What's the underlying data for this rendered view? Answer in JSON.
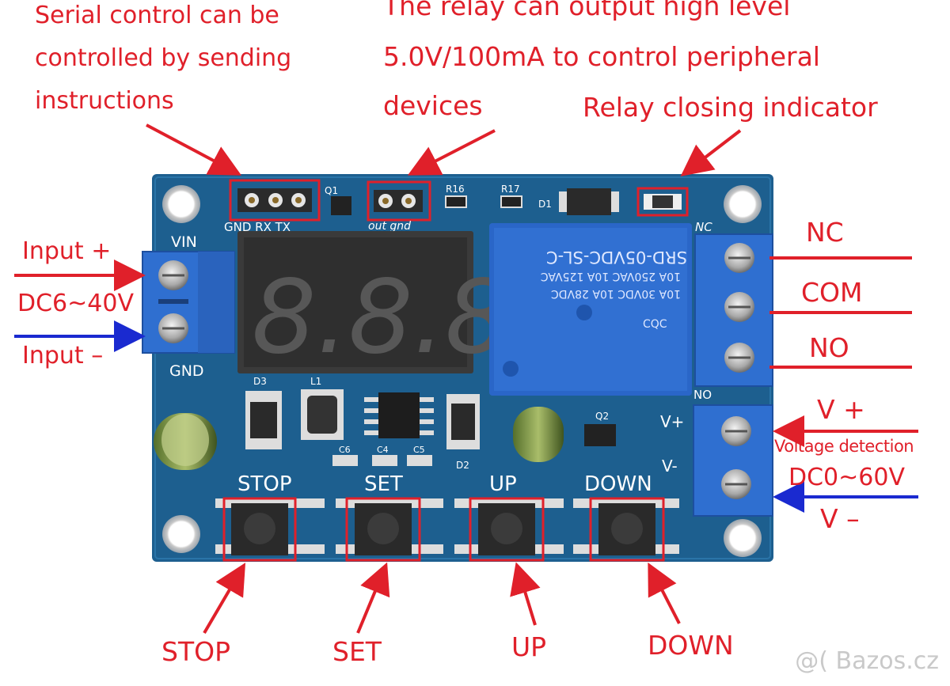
{
  "callouts": {
    "serial": [
      "Serial control can be",
      "controlled by sending",
      "instructions"
    ],
    "relay_output": [
      "The relay can output high level",
      "5.0V/100mA to control peripheral",
      "devices"
    ],
    "relay_indicator": "Relay closing indicator",
    "input_plus": "Input +",
    "input_range": "DC6~40V",
    "input_minus": "Input –",
    "nc": "NC",
    "com": "COM",
    "no": "NO",
    "v_plus": "V +",
    "voltage_detection": "Voltage detection",
    "detect_range": "DC0~60V",
    "v_minus": "V –",
    "stop": "STOP",
    "set": "SET",
    "up": "UP",
    "down": "DOWN"
  },
  "board_labels": {
    "serial_pins": "GND RX TX",
    "out_pins": "out gnd",
    "vin": "VIN",
    "gnd": "GND",
    "nc": "NC",
    "no": "NO",
    "v_plus": "V+",
    "v_minus": "V-",
    "q1": "Q1",
    "q2": "Q2",
    "r16": "R16",
    "r17": "R17",
    "d1": "D1",
    "d2": "D2",
    "d3": "D3",
    "l1": "L1",
    "c4": "C4",
    "c5": "C5",
    "c6": "C6",
    "btn_stop": "STOP",
    "btn_set": "SET",
    "btn_up": "UP",
    "btn_down": "DOWN"
  },
  "relay": {
    "model": "SRD-05VDC-SL-C",
    "rating1": "10A 250VAC  10A 125VAC",
    "rating2": "10A 30VDC  10A 28VDC",
    "brand": "CQC"
  },
  "display": {
    "digits": "8.8.8"
  },
  "watermark": "@( Bazos.cz",
  "colors": {
    "pcb": "#1d5f8f",
    "annotation": "#e0202a",
    "arrow_blue": "#1a2ad0",
    "relay_blue": "#2a66c8",
    "terminal_blue": "#2f6fd0"
  }
}
